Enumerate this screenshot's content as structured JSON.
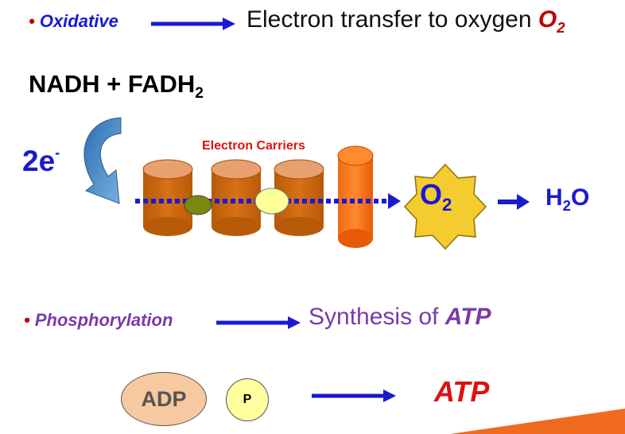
{
  "oxidative": {
    "bullet": "•",
    "term": "Oxidative",
    "description": "Electron transfer to oxygen",
    "o2_letter": "O",
    "o2_sub": "2"
  },
  "reactants": {
    "text": "NADH + FADH",
    "sub": "2"
  },
  "electrons": {
    "text": "2e",
    "sup": "-"
  },
  "carriers_label": "Electron Carriers",
  "o2_node": {
    "letter": "O",
    "sub": "2"
  },
  "product": {
    "h": "H",
    "sub": "2",
    "o": "O"
  },
  "phosphorylation": {
    "bullet": "•",
    "term": "Phosphorylation",
    "description": "Synthesis of",
    "atp": "ATP"
  },
  "adp": "ADP",
  "phosphate": "P",
  "atp_product": "ATP",
  "colors": {
    "blue": "#1a1ad0",
    "red": "#e01010",
    "purple": "#7a3aa8",
    "carrier": "#d06a10",
    "carrier_top": "#e8a070",
    "star": "#f5cc30"
  }
}
